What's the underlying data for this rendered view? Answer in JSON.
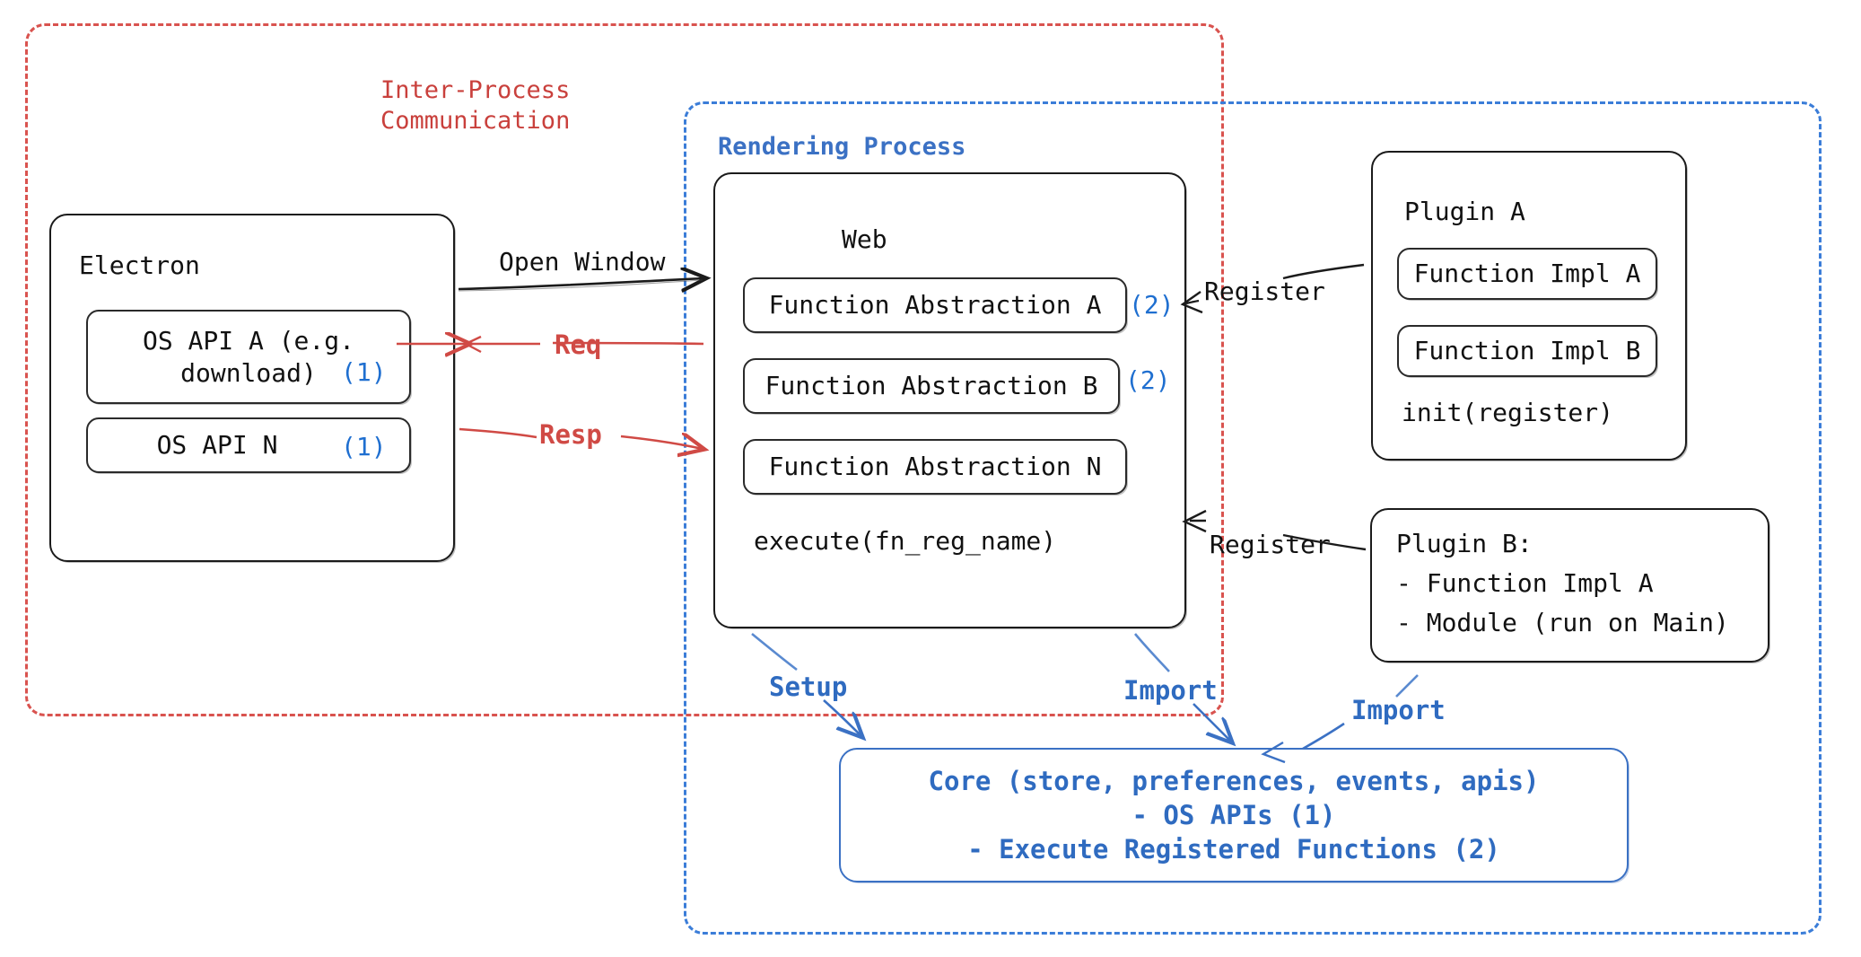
{
  "diagram": {
    "title_groups": {
      "ipc": {
        "label": "Inter-Process\nCommunication",
        "color": "#c9403c"
      },
      "rendering": {
        "label": "Rendering Process",
        "color": "#3b71c4"
      }
    },
    "electron": {
      "title": "Electron",
      "items": [
        {
          "label": "OS API A (e.g.\ndownload)",
          "marker": "(1)"
        },
        {
          "label": "OS API N",
          "marker": "(1)"
        }
      ]
    },
    "web": {
      "title": "Web",
      "items": [
        {
          "label": "Function Abstraction A",
          "marker": "(2)"
        },
        {
          "label": "Function Abstraction B",
          "marker": "(2)"
        },
        {
          "label": "Function Abstraction N",
          "marker": ""
        }
      ],
      "footer": "execute(fn_reg_name)"
    },
    "plugin_a": {
      "title": "Plugin A",
      "items": [
        {
          "label": "Function Impl A"
        },
        {
          "label": "Function Impl B"
        }
      ],
      "footer": "init(register)"
    },
    "plugin_b": {
      "lines": [
        "Plugin B:",
        "- Function Impl A",
        "- Module (run on Main)"
      ]
    },
    "core": {
      "lines": [
        "Core (store, preferences, events, apis)",
        "- OS APIs (1)",
        "- Execute Registered Functions (2)"
      ],
      "color": "#2f6bc0"
    },
    "edges": [
      {
        "label": "Open Window",
        "color": "#111111"
      },
      {
        "label": "Req",
        "color": "#d04a45"
      },
      {
        "label": "Resp",
        "color": "#d04a45"
      },
      {
        "label": "Register",
        "color": "#111111"
      },
      {
        "label": "Register",
        "color": "#111111"
      },
      {
        "label": "Setup",
        "color": "#2f6bc0"
      },
      {
        "label": "Import",
        "color": "#2f6bc0"
      },
      {
        "label": "Import",
        "color": "#2f6bc0"
      }
    ],
    "colors": {
      "red_accent": "#d04a45",
      "blue_accent": "#3b71c4",
      "marker_blue": "#1f6fd0",
      "ink": "#111111"
    }
  }
}
